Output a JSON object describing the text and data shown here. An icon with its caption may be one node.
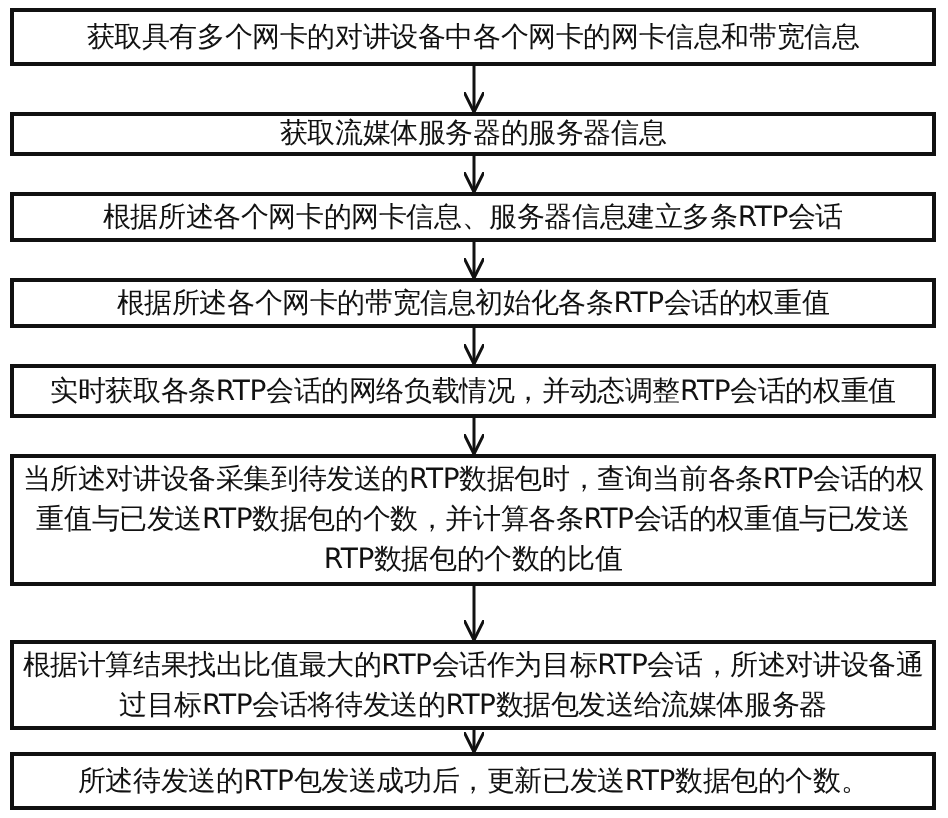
{
  "diagram": {
    "nodes": [
      {
        "text": [
          "获取具有多个网卡的对讲设备中各个网卡的网卡信息和带宽信息"
        ]
      },
      {
        "text": [
          "获取流媒体服务器的服务器信息"
        ]
      },
      {
        "text": [
          "根据所述各个网卡的网卡信息、服务器信息建立多条RTP会话"
        ]
      },
      {
        "text": [
          "根据所述各个网卡的带宽信息初始化各条RTP会话的权重值"
        ]
      },
      {
        "text": [
          "实时获取各条RTP会话的网络负载情况，并动态调整RTP会话的权重值"
        ]
      },
      {
        "text": [
          "当所述对讲设备采集到待发送的RTP数据包时，查询当前各条RTP会话的权重值与已发送RTP数据包的个数，并计算各条RTP会话的权重值与已发送RTP数据包的个数的比值"
        ]
      },
      {
        "text": [
          "根据计算结果找出比值最大的RTP会话作为目标RTP会话，所述对讲设备通过目标RTP会话将待发送的RTP数据包发送给流媒体服务器"
        ]
      },
      {
        "text": [
          "所述待发送的RTP包发送成功后，更新已发送RTP数据包的个数。"
        ]
      }
    ],
    "edges": [
      {
        "from": 0,
        "to": 1,
        "arrow": "to"
      },
      {
        "from": 1,
        "to": 2,
        "arrow": "to"
      },
      {
        "from": 2,
        "to": 3,
        "arrow": "to"
      },
      {
        "from": 3,
        "to": 4,
        "arrow": "to"
      },
      {
        "from": 4,
        "to": 5,
        "arrow": "to"
      },
      {
        "from": 5,
        "to": 6,
        "arrow": "to"
      },
      {
        "from": 6,
        "to": 7,
        "arrow": "to"
      }
    ]
  }
}
